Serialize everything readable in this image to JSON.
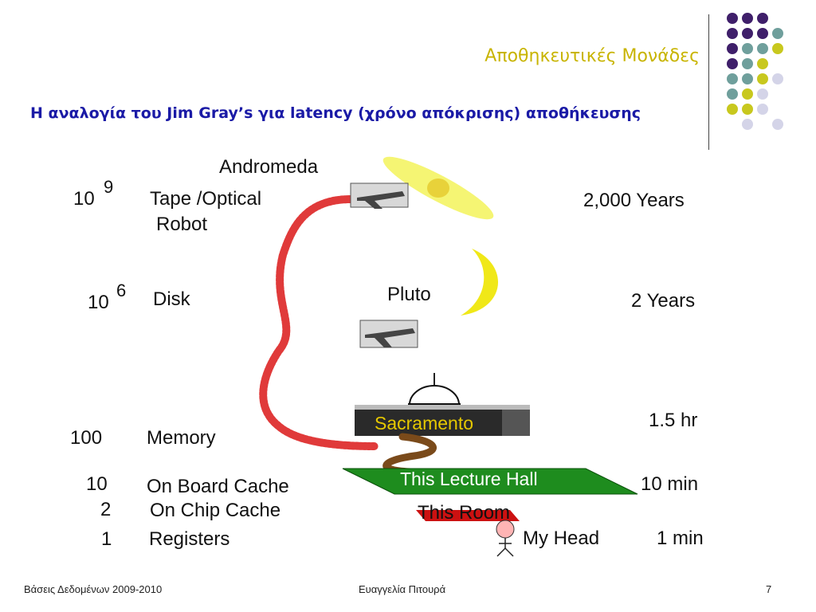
{
  "slide": {
    "title": "Αποθηκευτικές Μονάδες",
    "subtitle": "Η αναλογία του Jim Gray’s για latency (χρόνο απόκρισης) αποθήκευσης"
  },
  "levels": [
    {
      "base": "10",
      "exp": "9",
      "name": "Tape /Optical",
      "name2": "Robot",
      "analogy": "Andromeda",
      "time": "2,000 Years"
    },
    {
      "base": "10",
      "exp": "6",
      "name": "Disk",
      "analogy": "Pluto",
      "time": "2 Years"
    },
    {
      "value": "100",
      "name": "Memory",
      "analogy": "Sacramento",
      "time": "1.5 hr"
    },
    {
      "value": "10",
      "name": "On Board  Cache",
      "analogy": "This Lecture Hall",
      "time": "10 min"
    },
    {
      "value": "2",
      "name": "On Chip Cache",
      "analogy": "This Room"
    },
    {
      "value": "1",
      "name": "Registers",
      "analogy": "My Head",
      "time": "1 min"
    }
  ],
  "footer": {
    "left": "Βάσεις Δεδομένων 2009-2010",
    "center": "Ευαγγελία Πιτουρά",
    "page": "7"
  },
  "colors": {
    "title": "#c8b400",
    "subtitle": "#1a1aa6",
    "path": "#e03a3a",
    "lecture_hall": "#1e8c1e",
    "room": "#cc1111",
    "yellow": "#eeee33",
    "dot_purple": "#3f1f6a",
    "dot_teal": "#6f9f9c",
    "dot_olive": "#c8c81e",
    "dot_lavender": "#d4d4e8"
  }
}
